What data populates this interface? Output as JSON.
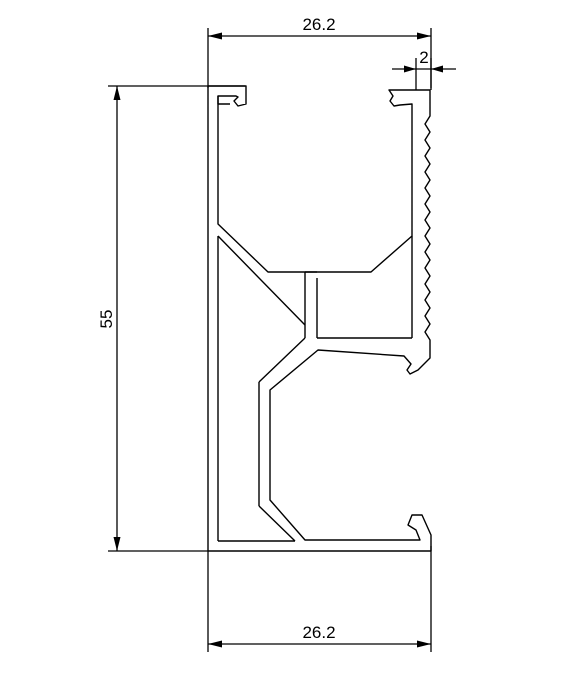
{
  "dimensions": {
    "width_top": "26.2",
    "width_bottom": "26.2",
    "height_left": "55",
    "tooth_depth": "2"
  },
  "colors": {
    "line": "#000000",
    "background": "#ffffff"
  }
}
